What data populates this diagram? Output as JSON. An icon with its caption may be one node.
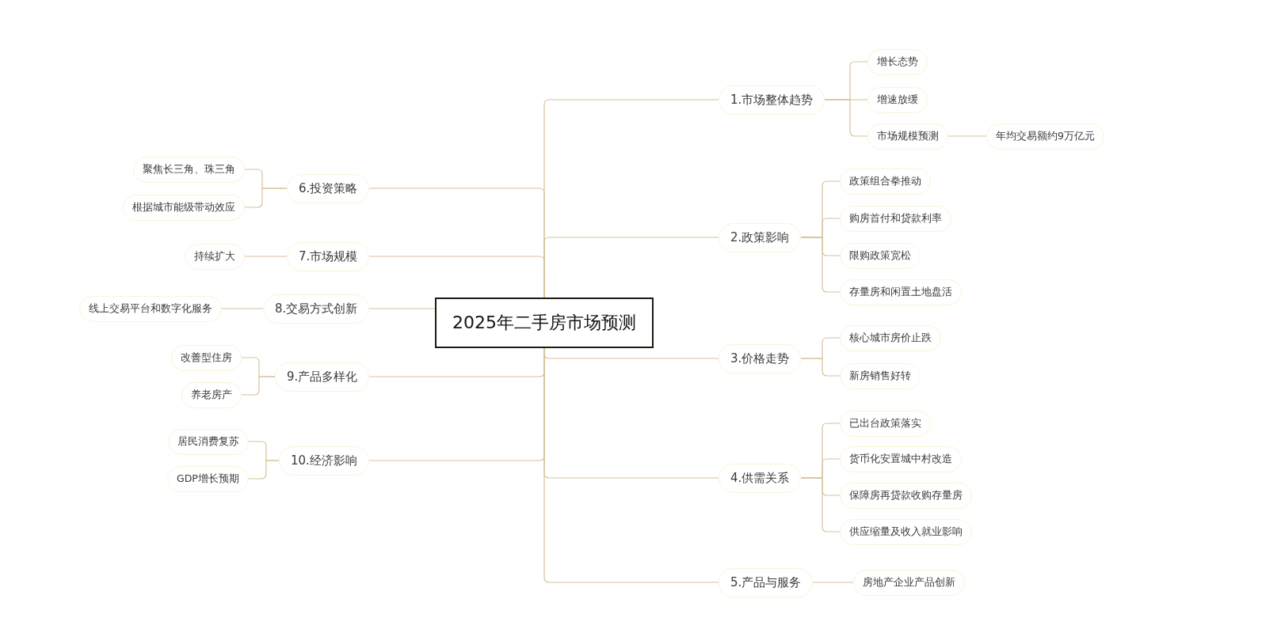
{
  "diagram": {
    "nodes": [
      {
        "text": [
          "2025年二手房市场预测"
        ]
      },
      {
        "text": [
          "1.市场整体趋势"
        ]
      },
      {
        "text": [
          "增长态势"
        ]
      },
      {
        "text": [
          "增速放缓"
        ]
      },
      {
        "text": [
          "市场规模预测"
        ]
      },
      {
        "text": [
          "年均交易额约9万亿元"
        ]
      },
      {
        "text": [
          "2.政策影响"
        ]
      },
      {
        "text": [
          "政策组合拳推动"
        ]
      },
      {
        "text": [
          "购房首付和贷款利率"
        ]
      },
      {
        "text": [
          "限购政策宽松"
        ]
      },
      {
        "text": [
          "存量房和闲置土地盘活"
        ]
      },
      {
        "text": [
          "3.价格走势"
        ]
      },
      {
        "text": [
          "核心城市房价止跌"
        ]
      },
      {
        "text": [
          "新房销售好转"
        ]
      },
      {
        "text": [
          "4.供需关系"
        ]
      },
      {
        "text": [
          "已出台政策落实"
        ]
      },
      {
        "text": [
          "货币化安置城中村改造"
        ]
      },
      {
        "text": [
          "保障房再贷款收购存量房"
        ]
      },
      {
        "text": [
          "供应缩量及收入就业影响"
        ]
      },
      {
        "text": [
          "5.产品与服务"
        ]
      },
      {
        "text": [
          "房地产企业产品创新"
        ]
      },
      {
        "text": [
          "6.投资策略"
        ]
      },
      {
        "text": [
          "聚焦长三角、珠三角"
        ]
      },
      {
        "text": [
          "根据城市能级带动效应"
        ]
      },
      {
        "text": [
          "7.市场规模"
        ]
      },
      {
        "text": [
          "持续扩大"
        ]
      },
      {
        "text": [
          "8.交易方式创新"
        ]
      },
      {
        "text": [
          "线上交易平台和数字化服务"
        ]
      },
      {
        "text": [
          "9.产品多样化"
        ]
      },
      {
        "text": [
          "改善型住房"
        ]
      },
      {
        "text": [
          "养老房产"
        ]
      },
      {
        "text": [
          "10.经济影响"
        ]
      },
      {
        "text": [
          "居民消费复苏"
        ]
      },
      {
        "text": [
          "GDP增长预期"
        ]
      }
    ],
    "edges": [
      {
        "from": 0,
        "to": 1,
        "arrow": "none"
      },
      {
        "from": 1,
        "to": 2,
        "arrow": "none"
      },
      {
        "from": 1,
        "to": 3,
        "arrow": "none"
      },
      {
        "from": 1,
        "to": 4,
        "arrow": "none"
      },
      {
        "from": 4,
        "to": 5,
        "arrow": "none"
      },
      {
        "from": 0,
        "to": 6,
        "arrow": "none"
      },
      {
        "from": 6,
        "to": 7,
        "arrow": "none"
      },
      {
        "from": 6,
        "to": 8,
        "arrow": "none"
      },
      {
        "from": 6,
        "to": 9,
        "arrow": "none"
      },
      {
        "from": 6,
        "to": 10,
        "arrow": "none"
      },
      {
        "from": 0,
        "to": 11,
        "arrow": "none"
      },
      {
        "from": 11,
        "to": 12,
        "arrow": "none"
      },
      {
        "from": 11,
        "to": 13,
        "arrow": "none"
      },
      {
        "from": 0,
        "to": 14,
        "arrow": "none"
      },
      {
        "from": 14,
        "to": 15,
        "arrow": "none"
      },
      {
        "from": 14,
        "to": 16,
        "arrow": "none"
      },
      {
        "from": 14,
        "to": 17,
        "arrow": "none"
      },
      {
        "from": 14,
        "to": 18,
        "arrow": "none"
      },
      {
        "from": 0,
        "to": 19,
        "arrow": "none"
      },
      {
        "from": 19,
        "to": 20,
        "arrow": "none"
      },
      {
        "from": 0,
        "to": 21,
        "arrow": "none"
      },
      {
        "from": 21,
        "to": 22,
        "arrow": "none"
      },
      {
        "from": 21,
        "to": 23,
        "arrow": "none"
      },
      {
        "from": 0,
        "to": 24,
        "arrow": "none"
      },
      {
        "from": 24,
        "to": 25,
        "arrow": "none"
      },
      {
        "from": 0,
        "to": 26,
        "arrow": "none"
      },
      {
        "from": 26,
        "to": 27,
        "arrow": "none"
      },
      {
        "from": 0,
        "to": 28,
        "arrow": "none"
      },
      {
        "from": 28,
        "to": 29,
        "arrow": "none"
      },
      {
        "from": 28,
        "to": 30,
        "arrow": "none"
      },
      {
        "from": 0,
        "to": 31,
        "arrow": "none"
      },
      {
        "from": 31,
        "to": 32,
        "arrow": "none"
      },
      {
        "from": 31,
        "to": 33,
        "arrow": "none"
      }
    ]
  }
}
